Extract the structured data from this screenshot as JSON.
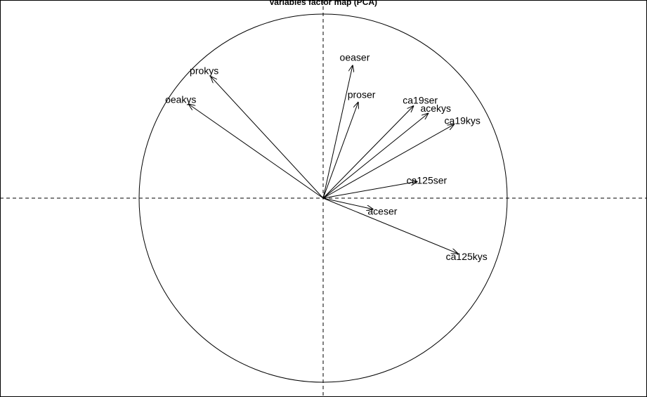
{
  "chart_data": {
    "type": "scatter",
    "title": "Variables factor map (PCA)",
    "xlabel": "",
    "ylabel": "",
    "xlim": [
      -1,
      1
    ],
    "ylim": [
      -1,
      1
    ],
    "grid": false,
    "circle": true,
    "arrows": [
      {
        "name": "prokys",
        "x": -0.61,
        "y": 0.66
      },
      {
        "name": "oeakys",
        "x": -0.73,
        "y": 0.51
      },
      {
        "name": "oeaser",
        "x": 0.16,
        "y": 0.72
      },
      {
        "name": "proser",
        "x": 0.19,
        "y": 0.52
      },
      {
        "name": "ca19ser",
        "x": 0.49,
        "y": 0.5
      },
      {
        "name": "acekys",
        "x": 0.57,
        "y": 0.46
      },
      {
        "name": "ca19kys",
        "x": 0.71,
        "y": 0.4
      },
      {
        "name": "ca125ser",
        "x": 0.51,
        "y": 0.09
      },
      {
        "name": "aceser",
        "x": 0.27,
        "y": -0.06
      },
      {
        "name": "ca125kys",
        "x": 0.73,
        "y": -0.3
      }
    ]
  }
}
